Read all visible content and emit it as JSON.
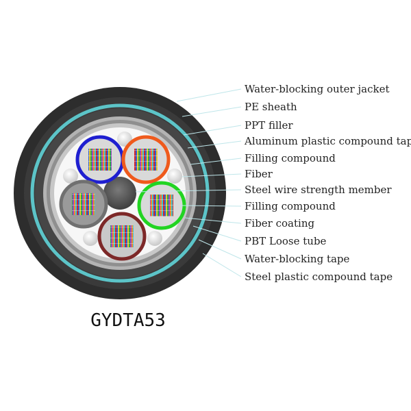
{
  "title": "GYDTA53",
  "labels": [
    "Water-blocking outer jacket",
    "PE sheath",
    "PPT filler",
    "Aluminum plastic compound tape",
    "Filling compound",
    "Fiber",
    "Steel wire strength member",
    "Filling compound",
    "Fiber coating",
    "PBT Loose tube",
    "Water-blocking tape",
    "Steel plastic compound tape"
  ],
  "colors": {
    "outer_jacket": "#2b2b2b",
    "armor_ring": "#5cc4c8",
    "tube_blue": "#1f1fd0",
    "tube_orange": "#ef5a1c",
    "tube_green": "#22d422",
    "tube_gray": "#7c7c7c",
    "tube_brown": "#7d2828",
    "leader_line": "#bfe6ea"
  }
}
